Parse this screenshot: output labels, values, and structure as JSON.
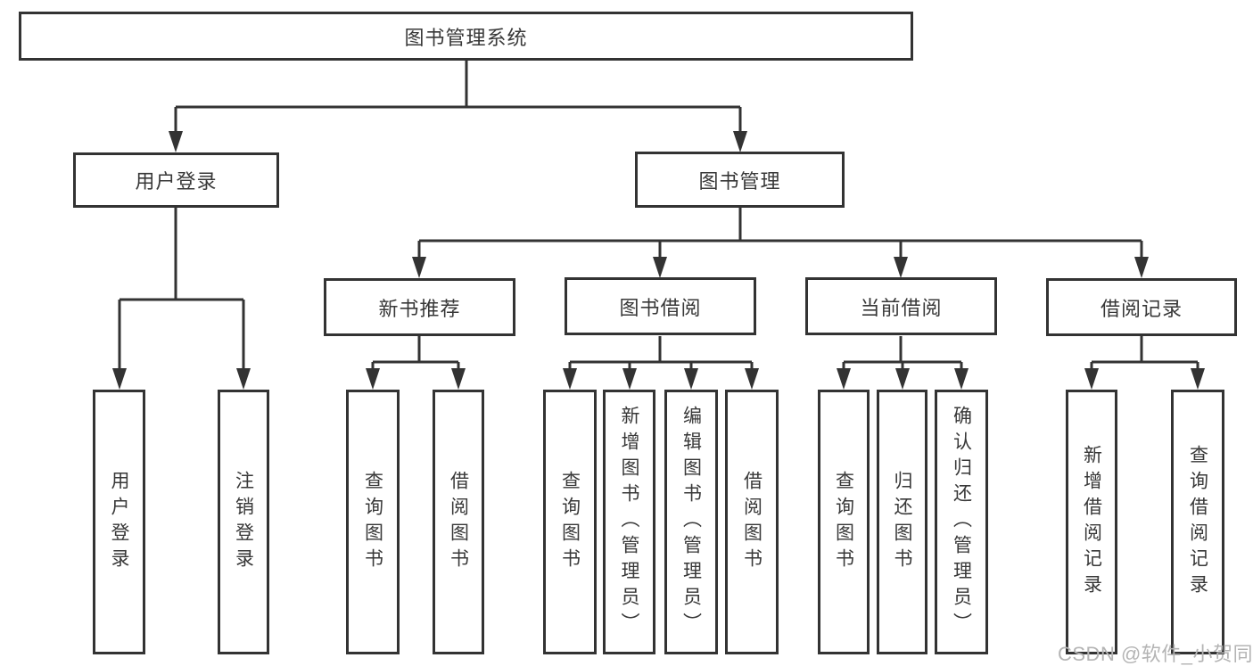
{
  "diagram": {
    "type": "hierarchy-tree",
    "root": {
      "label": "图书管理系统"
    },
    "branches": [
      {
        "label": "用户登录",
        "children": [
          {
            "label": "用户登录"
          },
          {
            "label": "注销登录"
          }
        ]
      },
      {
        "label": "图书管理",
        "children": [
          {
            "label": "新书推荐",
            "children": [
              {
                "label": "查询图书"
              },
              {
                "label": "借阅图书"
              }
            ]
          },
          {
            "label": "图书借阅",
            "children": [
              {
                "label": "查询图书"
              },
              {
                "label": "新增图书（管理员）"
              },
              {
                "label": "编辑图书（管理员）"
              },
              {
                "label": "借阅图书"
              }
            ]
          },
          {
            "label": "当前借阅",
            "children": [
              {
                "label": "查询图书"
              },
              {
                "label": "归还图书"
              },
              {
                "label": "确认归还（管理员）"
              }
            ]
          },
          {
            "label": "借阅记录",
            "children": [
              {
                "label": "新增借阅记录"
              },
              {
                "label": "查询借阅记录"
              }
            ]
          }
        ]
      }
    ]
  },
  "watermark": {
    "text": "CSDN @软件_小贺同学"
  },
  "colors": {
    "line": "#333333",
    "node_background": "#ffffff",
    "node_text": "#383838",
    "watermark_text": "#b4b4b4",
    "page_background": "#ffffff"
  }
}
